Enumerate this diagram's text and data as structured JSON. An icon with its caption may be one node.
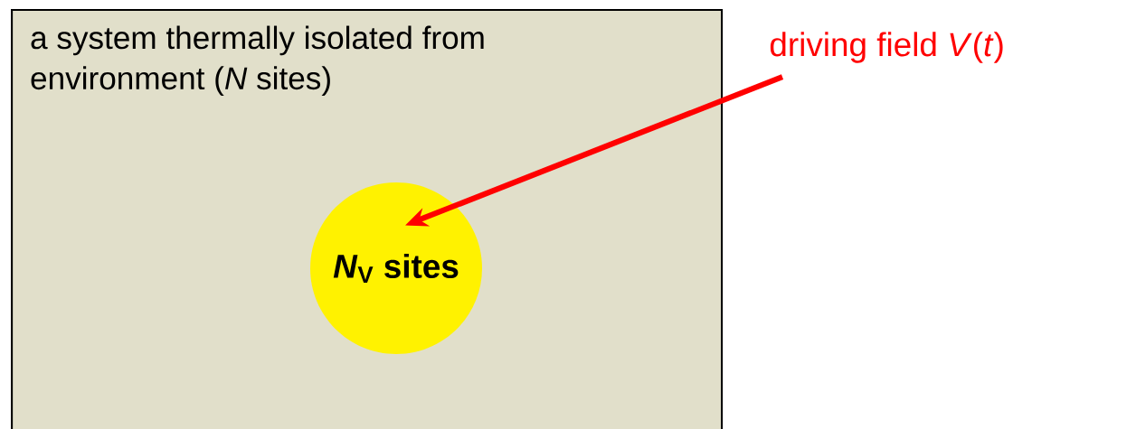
{
  "diagram": {
    "nodes": [
      {
        "text": [
          "a system thermally isolated from environment (*N* sites)"
        ]
      },
      {
        "text": [
          "*N*$_{V}$ sites"
        ],
        "in": 0
      },
      {
        "text": [
          "driving field *V*(*t*)"
        ]
      }
    ],
    "edges": [
      {
        "from": 2,
        "to": 1,
        "arrow": "to",
        "color": "#ff0000"
      }
    ]
  }
}
